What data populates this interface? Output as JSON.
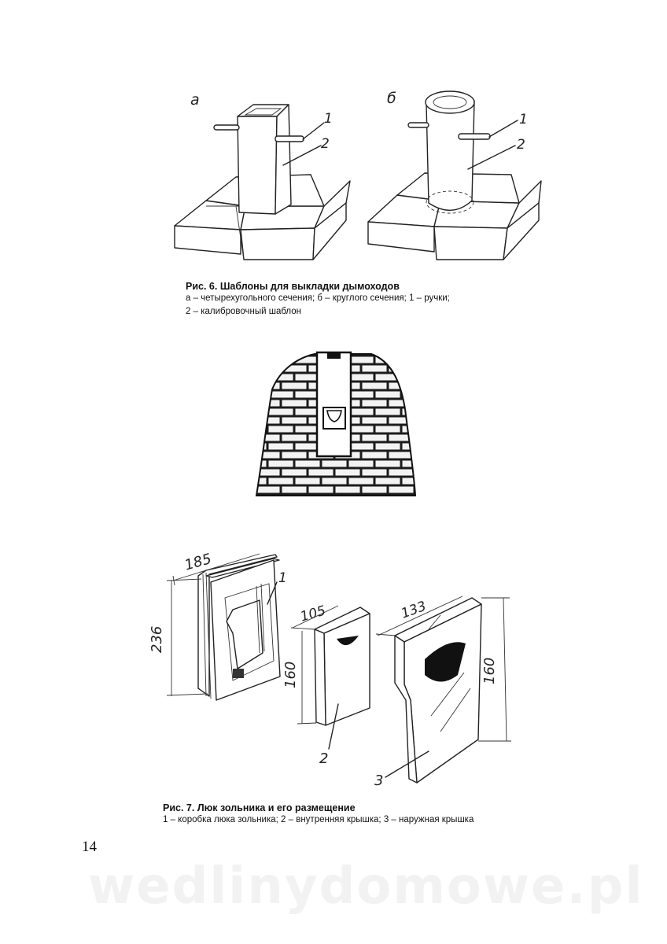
{
  "fig6": {
    "label_a": "а",
    "label_b": "б",
    "callout_1a": "1",
    "callout_2a": "2",
    "callout_1b": "1",
    "callout_2b": "2",
    "caption_title": "Рис. 6. Шаблоны для выкладки дымоходов",
    "caption_line1": "а – четырехугольного сечения; б – круглого сечения; 1 – ручки;",
    "caption_line2": "2 – калибровочный шаблон"
  },
  "fig7": {
    "dim_185": "185",
    "dim_236": "236",
    "dim_105": "105",
    "dim_160_left": "160",
    "dim_133": "133",
    "dim_160_right": "160",
    "callout_1": "1",
    "callout_2": "2",
    "callout_3": "3",
    "caption_title": "Рис. 7. Люк зольника и его размещение",
    "caption_line1": "1 – коробка люка зольника; 2 – внутренняя крышка; 3 – наружная крышка"
  },
  "page_number": "14",
  "watermark": "wedlinydomowe.pl"
}
